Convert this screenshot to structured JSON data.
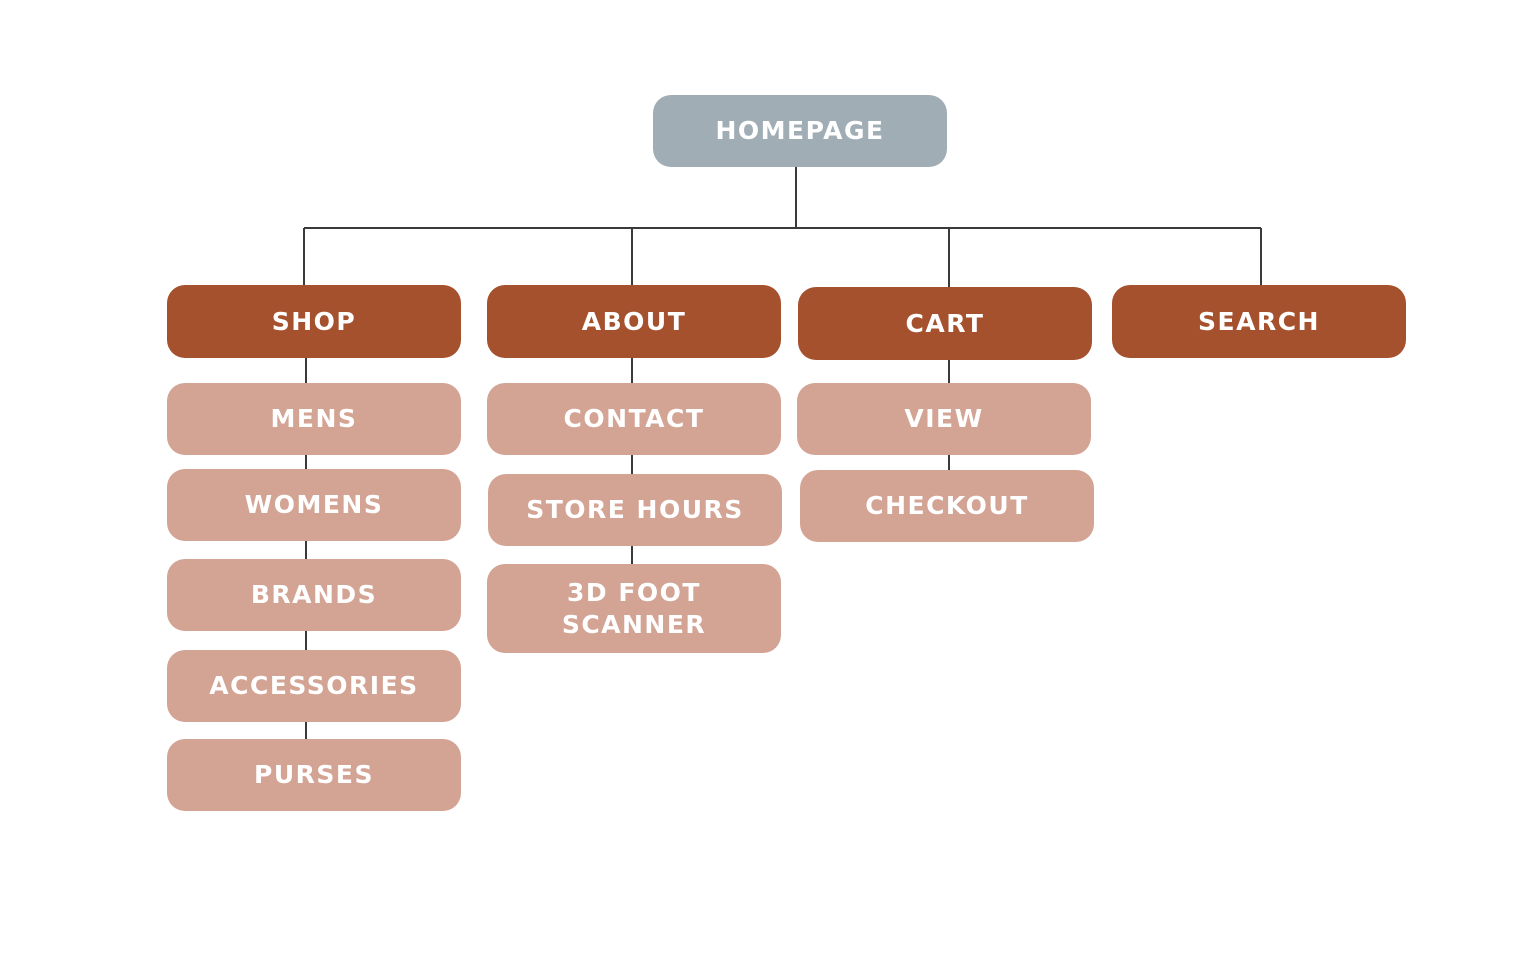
{
  "diagram": {
    "root": {
      "label": "HOMEPAGE"
    },
    "sections": [
      {
        "label": "SHOP",
        "children": [
          "MENS",
          "WOMENS",
          "BRANDS",
          "ACCESSORIES",
          "PURSES"
        ]
      },
      {
        "label": "ABOUT",
        "children": [
          "CONTACT",
          "STORE HOURS",
          "3D FOOT SCANNER"
        ]
      },
      {
        "label": "CART",
        "children": [
          "VIEW",
          "CHECKOUT"
        ]
      },
      {
        "label": "SEARCH",
        "children": []
      }
    ],
    "scanner_lines": [
      "3D FOOT",
      "SCANNER"
    ]
  },
  "colors": {
    "root": "#a0adb5",
    "section": "#a6512e",
    "item": "#d3a394",
    "connector": "#3a3a3a",
    "text": "#ffffff"
  }
}
